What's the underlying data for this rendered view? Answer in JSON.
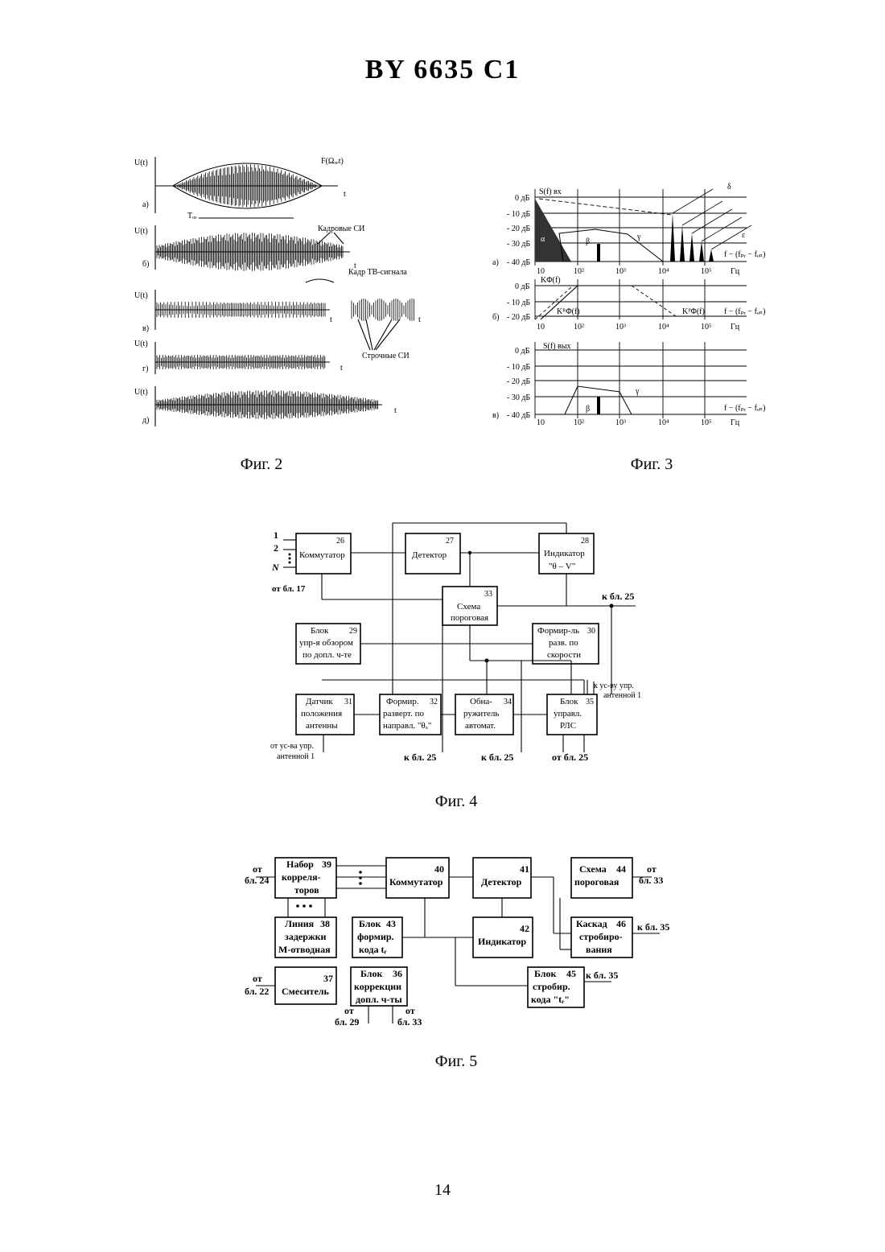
{
  "header": {
    "title": "BY  6635  C1"
  },
  "footer": {
    "page_number": "14"
  },
  "fig2": {
    "caption": "Фиг. 2",
    "y_label": "U(t)",
    "t_label": "t",
    "envelope_label": "F(Ωₒₑt)",
    "t_label_period": "Tₒₑ",
    "frame_sync_label": "Кадровые СИ",
    "tv_frame_label": "Кадр ТВ-сигнала",
    "line_sync_label": "Строчные СИ",
    "panels": [
      "а)",
      "б)",
      "в)",
      "г)",
      "д)"
    ]
  },
  "fig3": {
    "caption": "Фиг. 3",
    "db_ticks": [
      "0 дБ",
      "- 10 дБ",
      "- 20 дБ",
      "- 30 дБ",
      "- 40 дБ"
    ],
    "db_ticks_b": [
      "0 дБ",
      "- 10 дБ",
      "- 20 дБ"
    ],
    "freq_ticks": [
      "10",
      "10²",
      "10³",
      "10⁴",
      "10⁵",
      "Гц"
    ],
    "panel_a": {
      "label": "а)",
      "title": "S(f) вх",
      "alpha": "α",
      "beta": "β",
      "gamma": "γ",
      "delta": "δ",
      "epsilon": "ε",
      "f_note": "f − (fₚᵣ − fₒₙ)"
    },
    "panel_b": {
      "label": "б)",
      "title": "KΦ(f)",
      "k_rf": "KᴿΦ(f)",
      "k_pf": "KᴾΦ(f)",
      "f_note": "f − (fₚᵣ − fₒₙ)"
    },
    "panel_c": {
      "label": "в)",
      "title": "S(f) вых",
      "beta": "β",
      "gamma": "γ",
      "f_note": "f − (fₚᵣ − fₒₙ)"
    }
  },
  "fig4": {
    "caption": "Фиг. 4",
    "inputs": [
      "1",
      "2",
      "N"
    ],
    "blocks": {
      "b26": {
        "num": "26",
        "text": "Коммутатор"
      },
      "b27": {
        "num": "27",
        "text": "Детектор"
      },
      "b28": {
        "num": "28",
        "line1": "Индикатор",
        "line2": "\"θ – V\""
      },
      "b33": {
        "num": "33",
        "line1": "Схема",
        "line2": "пороговая"
      },
      "b29": {
        "num": "29",
        "line1": "Блок",
        "line2": "упр-я обзором",
        "line3": "по допл. ч-те"
      },
      "b30": {
        "num": "30",
        "line1": "Формир-ль",
        "line2": "разв. по",
        "line3": "скорости"
      },
      "b31": {
        "num": "31",
        "line1": "Датчик",
        "line2": "положения",
        "line3": "антенны"
      },
      "b32": {
        "num": "32",
        "line1": "Формир.",
        "line2": "разверт. по",
        "line3": "направл. \"θₓ\""
      },
      "b34": {
        "num": "34",
        "line1": "Обна-",
        "line2": "ружитель",
        "line3": "автомат."
      },
      "b35": {
        "num": "35",
        "line1": "Блок",
        "line2": "управл.",
        "line3": "РЛС"
      }
    },
    "labels": {
      "from17": "от бл. 17",
      "to25_right": "к бл. 25",
      "to_antenna1": "к ус-ву упр.",
      "to_antenna2": "антенной 1",
      "from_antenna1": "от ус-ва упр.",
      "from_antenna2": "антенной 1",
      "to25_a": "к бл. 25",
      "to25_b": "к бл. 25",
      "from25": "от бл. 25"
    }
  },
  "fig5": {
    "caption": "Фиг. 5",
    "blocks": {
      "b39": {
        "num": "39",
        "line1": "Набор",
        "line2": "корреля-",
        "line3": "торов"
      },
      "b40": {
        "num": "40",
        "text": "Коммутатор"
      },
      "b41": {
        "num": "41",
        "text": "Детектор"
      },
      "b44": {
        "num": "44",
        "line1": "Схема",
        "line2": "пороговая"
      },
      "b38": {
        "num": "38",
        "line1": "Линия",
        "line2": "задержки",
        "line3": "M-отводная"
      },
      "b43": {
        "num": "43",
        "line1": "Блок",
        "line2": "формир.",
        "line3": "кода  tᵣ"
      },
      "b42": {
        "num": "42",
        "text": "Индикатор"
      },
      "b46": {
        "num": "46",
        "line1": "Каскад",
        "line2": "стробиро-",
        "line3": "вания"
      },
      "b37": {
        "num": "37",
        "text": "Смеситель"
      },
      "b36": {
        "num": "36",
        "line1": "Блок",
        "line2": "коррекции",
        "line3": "допл. ч-ты"
      },
      "b45": {
        "num": "45",
        "line1": "Блок",
        "line2": "стробир.",
        "line3": "кода \"tᵣ\""
      }
    },
    "labels": {
      "from24a": "от",
      "from24b": "бл. 24",
      "from33a": "от",
      "from33b": "бл. 33",
      "to35a": "к бл. 35",
      "to35b": "к бл. 35",
      "from22a": "от",
      "from22b": "бл. 22",
      "from29a": "от",
      "from29b": "бл. 29",
      "from33ca": "от",
      "from33cb": "бл. 33"
    }
  }
}
